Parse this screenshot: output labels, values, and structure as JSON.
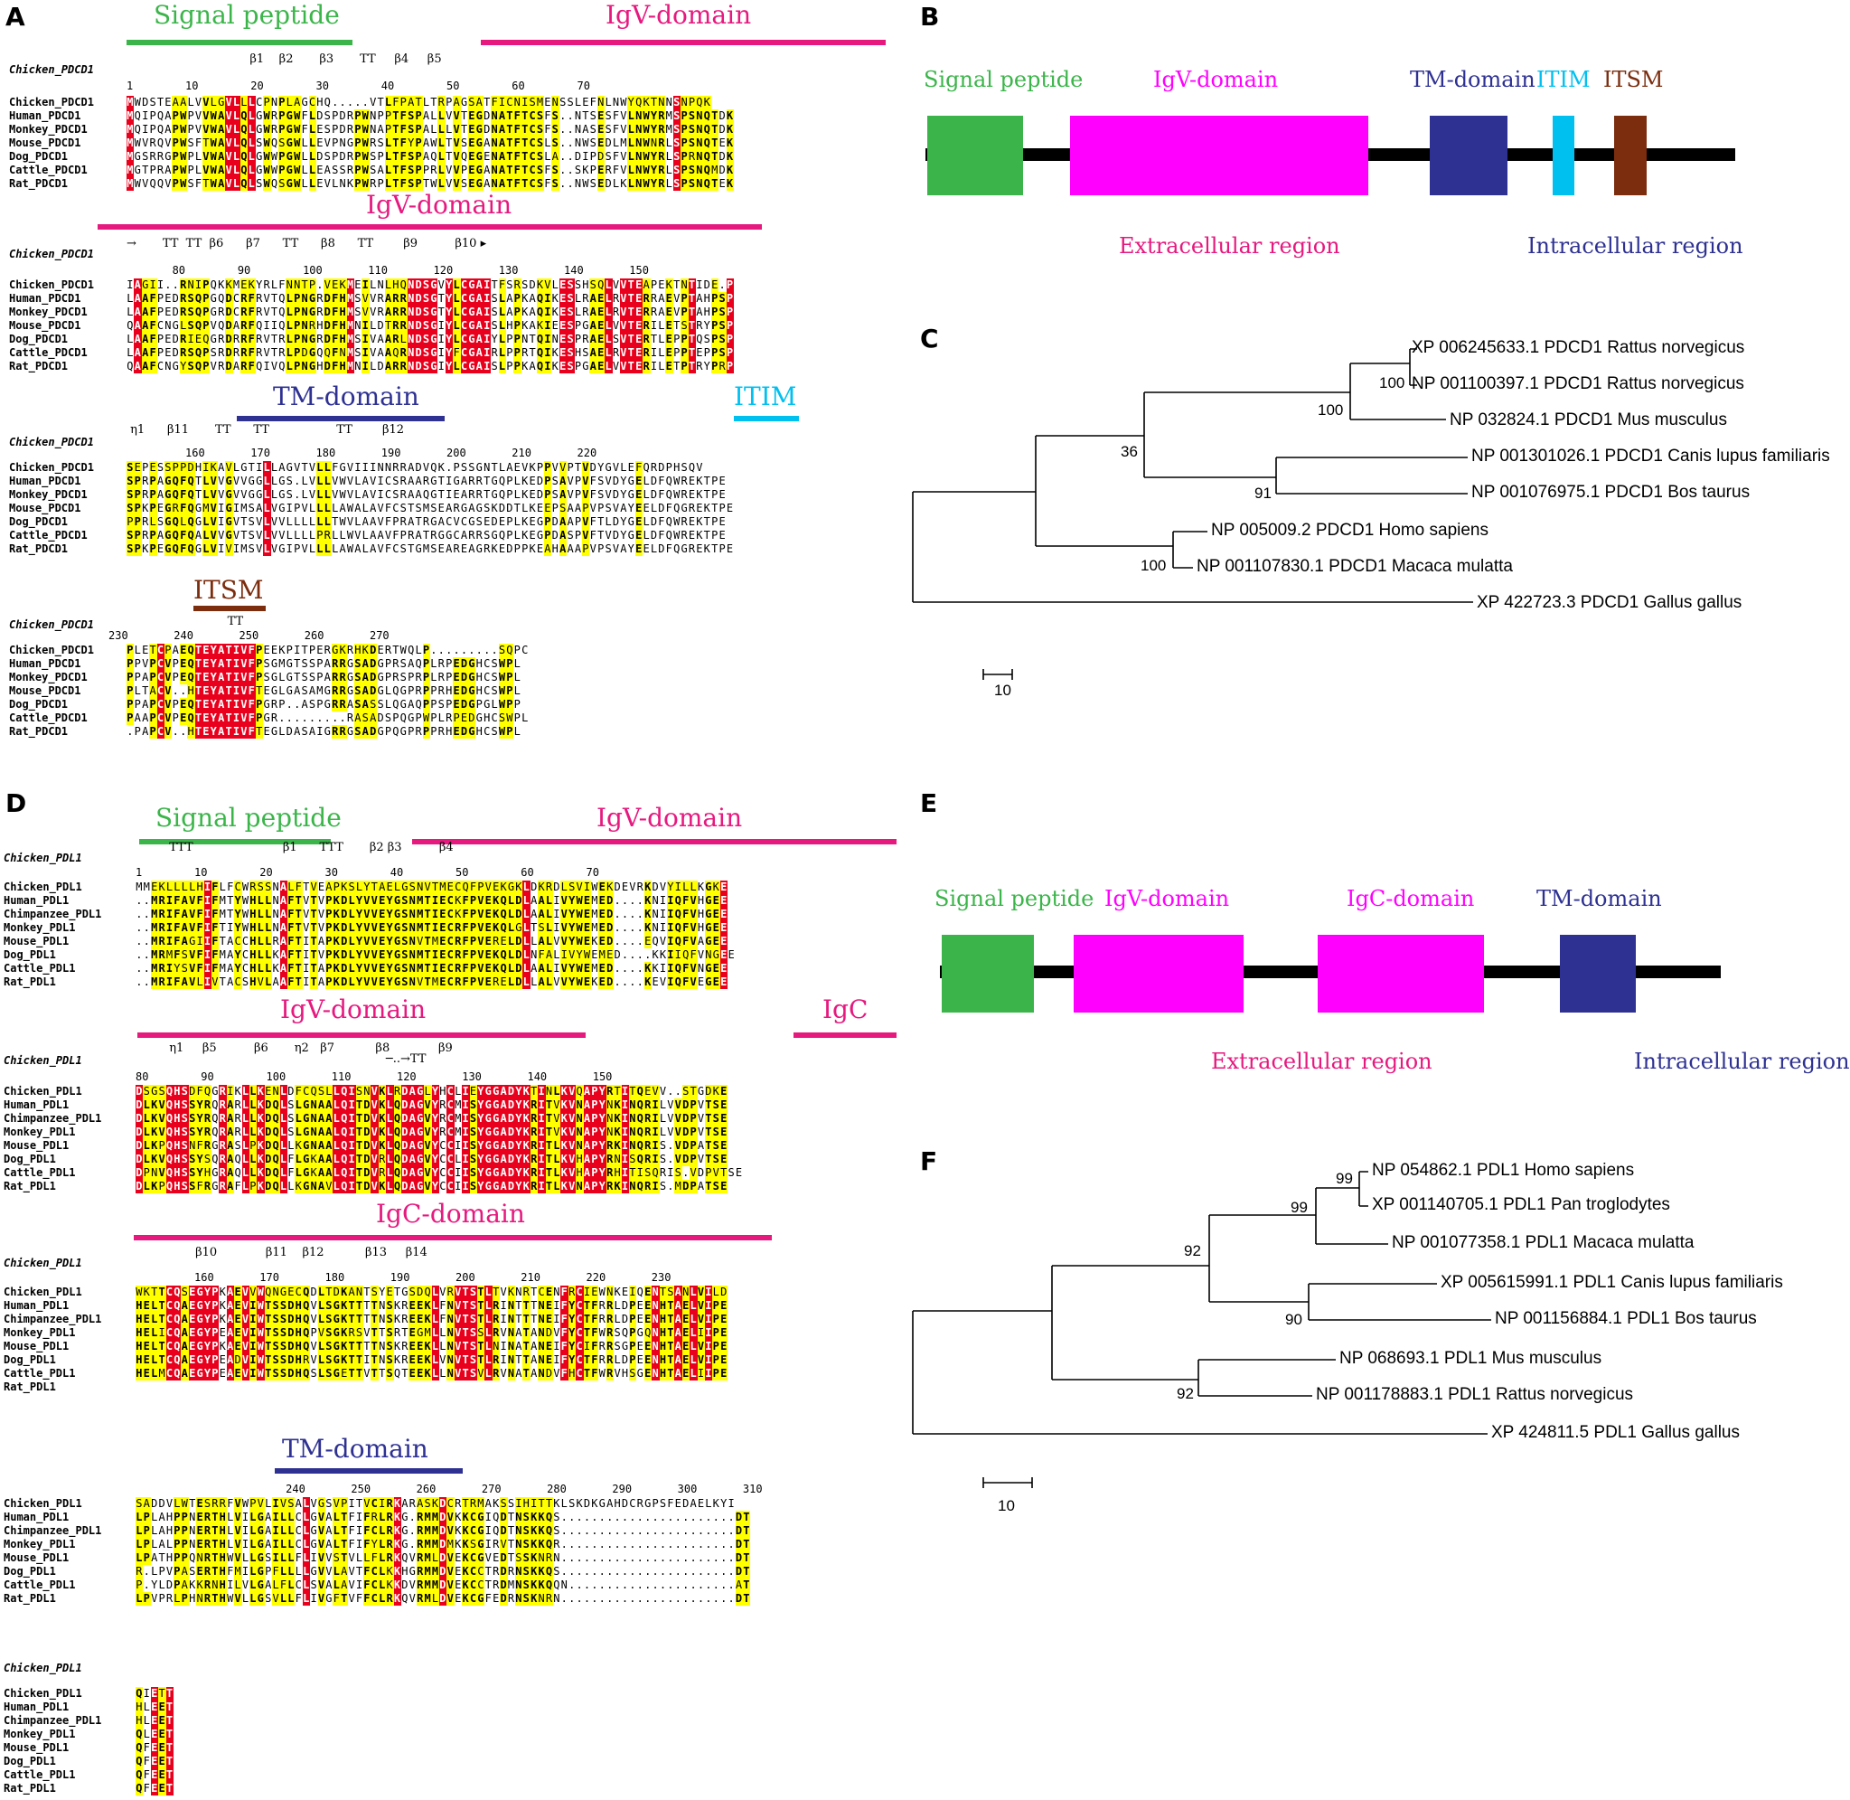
{
  "panels": {
    "A": "A",
    "B": "B",
    "C": "C",
    "D": "D",
    "E": "E",
    "F": "F"
  },
  "colors": {
    "signal": "#3bb54a",
    "igv": "#ff00ff",
    "igv_bar": "#e6197f",
    "tm": "#2e3192",
    "itim": "#00c0f0",
    "itsm": "#7b2d0e",
    "igc": "#ff00ff",
    "ident": "#e8001c",
    "simil": "#ffff00"
  },
  "panelA": {
    "block1": {
      "labels": [
        {
          "text": "Signal peptide",
          "color": "#3bb54a"
        },
        {
          "text": "IgV-domain",
          "color": "#e6197f"
        }
      ],
      "head": "Chicken_PDCD1",
      "ss": "                                 β1    β2       β3       TT     β4     β5",
      "ss2": "                                       TT                  TT",
      "nums": "1        10        20        30        40        50        60        70",
      "names": [
        "Chicken_PDCD1",
        "Human_PDCD1",
        "Monkey_PDCD1",
        "Mouse_PDCD1",
        "Dog_PDCD1",
        "Cattle_PDCD1",
        "Rat_PDCD1"
      ],
      "seqs": [
        "MWDSTEAALVVLGVLLLCPNPLAGCHQ.....VTLFPATLTRPAGSATFICNISMENSSLEFNLNWYQKTNNSNPQK",
        "MQIPQAPWPVVWAVLQLGWRPGWFLDSPDRPWNPPTFSPALLVVTEGDNATFTCSFS..NTSESFVLNWYRMSPSNQTDK",
        "MQIPQAPWPVVWAVLQLGWRPGWFLESPDRPWNAPTFSPALLLVTEGDNATFTCSFS..NASESFVLNWYRMSPSNQTDK",
        "MWVRQVPWSFTWAVLQLSWQSGWLLEVPNGPWRSLTFYPAWLTVSEGANATFTCSLS..NWSEDLMLNWNRLSPSNQTEK",
        "MGSRRGPWPLVWAVLQLGWWPGWLLDSPDRPWSPLTFSPAQLTVQEGENATFTCSLA..DIPDSFVLNWYRLSPRNQTDK",
        "MGTPRAPWPLVWAVLQLGWWPGWLLEASSRPWSALTFSPPRLVVPEGANATFTCSFS..SKPERFVLNWYRLSPSNQMDK",
        "MWVQQVPWSFTWAVLQLSWQSGWLLEVLNKPWRPLTFSPTWLVVSEGANATFTCSFS..NWSEDLKLNWYRLSPSNQTEK"
      ],
      "star": "1"
    },
    "block2": {
      "labels": [
        {
          "text": "IgV-domain",
          "color": "#e6197f"
        }
      ],
      "head": "Chicken_PDCD1",
      "ss": "→       TT  TT  β6      β7      TT      β8      TT        β9          β10 ▸",
      "nums": "       80        90        100       110       120       130       140       150",
      "names": [
        "Chicken_PDCD1",
        "Human_PDCD1",
        "Monkey_PDCD1",
        "Mouse_PDCD1",
        "Dog_PDCD1",
        "Cattle_PDCD1",
        "Rat_PDCD1"
      ],
      "seqs": [
        "IAGII..RNIPQKKMEKYRLFNNTP.VEKMEILNLHQNDSGVYLCGAITFSRSDKVLESSHSQLVVTEAPEKTNTIDE.P",
        "LAAFPEDRSQPGQDCRFRVTQLPNGRDFHMSVVRARRNDSGTYLCGAISLAPKAQIKESLRAELRVTERRAEVPTAHPSP",
        "LAAFPEDRSQPGRDCRFRVTQLPNGRDFHMSVVRARRNDSGTYLCGAISLAPKAQIKESLRAELRVTERRAEVPTAHPSP",
        "QAAFCNGLSQPVQDARFQIIQLPNRHDFHMNILDTRRNDSGIYLCGAISLHPKAKIEESPGAELVVTERILETSTRYPSP",
        "LAAFPEDRIEQGRDRRFRVTRLPNGRDFHMSIVAARLNDSGIYLCGAIYLPPNTQINESPRAELSVTERTLEPPTQSPSP",
        "LAAFPEDRSQPSRDRRFRVTRLPDGQQFNMSIVAAQRNDSGIYFCGAIRLPPRTQIKESHSAELRVTERILEPPTEPPSP",
        "QAAFCNGYSQPVRDARFQIVQLPNGHDFHMNILDARRNDSGIYLCGAISLPPKAQIKESPGAELVVTERILETPTRYPRP"
      ],
      "star": "1"
    },
    "block3": {
      "labels": [
        {
          "text": "TM-domain",
          "color": "#2e3192"
        },
        {
          "text": "ITIM",
          "color": "#00c0f0"
        }
      ],
      "head": "Chicken_PDCD1",
      "ss": " η1      β11       TT      TT                  TT        β12",
      "nums": "         160       170       180       190       200       210       220",
      "names": [
        "Chicken_PDCD1",
        "Human_PDCD1",
        "Monkey_PDCD1",
        "Mouse_PDCD1",
        "Dog_PDCD1",
        "Cattle_PDCD1",
        "Rat_PDCD1"
      ],
      "seqs": [
        "SEPESSPPDHIKAVLGTILLAGVTVLLFGVIIINNRRADVQK.PSSGNTLAEVKPPVVPTVDYGVLEFQRDPHSQV",
        "SPRPAGQFQTLVVGVVGGLLGS.LVLLVWVLAVICSRAARGTIGARRTGQPLKEDPSAVPVFSVDYGELDFQWREKTPE",
        "SPRPAGQFQTLVVGVVGGLLGS.LVLLVWVLAVICSRAAQGTIEARRTGQPLKEDPSAVPVFSVDYGELDFQWREKTPE",
        "SPKPEGRFQGMVIGIMSALVGIPVLLLLAWALAVFCSTSMSEARGAGSKDDTLKEEPSAAPVPSVAYEELDFQGREKTPE",
        "PPRLSGQLQGLVIGVTSVLVVLLLLLLTWVLAAVFPRATRGACVCGSEDEPLKEGPDAAPVFTLDYGELDFQWREKTPE",
        "SPRPAGQFQALVVGVTSVLVVLLLLPRLLWVLAAVFPRATRGGCARRSGQPLKEGPDASPVFTVDYGELDFQWREKTPE",
        "SPKPEGQFQGLVIVIMSVLVGIPVLLLLAWALAVFCSTGMSEAREAGRKEDPPKEAHAAAPVPSVAYEELDFQGREKTPE"
      ]
    },
    "block4": {
      "labels": [
        {
          "text": "ITSM",
          "color": "#7b2d0e"
        }
      ],
      "head": "Chicken_PDCD1",
      "ss": "                           TT",
      "nums": "230       240       250       260       270",
      "names": [
        "Chicken_PDCD1",
        "Human_PDCD1",
        "Monkey_PDCD1",
        "Mouse_PDCD1",
        "Dog_PDCD1",
        "Cattle_PDCD1",
        "Rat_PDCD1"
      ],
      "seqs": [
        "PLETCPAEQTEYATIVFPEEKPITPERGKRHKDERTWQLP.........SQPC",
        "PPVPCVPEQTEYATIVFPSGMGTSSPARRGSADGPRSAQPLRPEDGHCSWPL",
        "PPAPCVPEQTEYATIVFPSGLGTSSPARRGSADGPRSPRPLRPEDGHCSWPL",
        "PLTACV..HTEYATIVFTEGLGASAMGRRGSADGLQGPRPPRHEDGHCSWPL",
        "PPAPCVPEQTEYATIVFPGRP..ASPGRRASASSLQGAQPPSPEDGPGLWPP",
        "PAAPCVPEQTEYATIVFPGR.........RASADSPQGPWPLRPEDGHCSWPL",
        ".PAPCV..HTEYATIVFTEGLDASAIGRRGSADGPQGPRPPRHEDGHCSWPL"
      ]
    }
  },
  "panelB": {
    "labels": {
      "signal": "Signal peptide",
      "igv": "IgV-domain",
      "tm": "TM-domain",
      "itim": "ITIM",
      "itsm": "ITSM"
    },
    "regions": {
      "extra": "Extracellular region",
      "intra": "Intracellular region"
    }
  },
  "panelC": {
    "taxa": [
      "XP 006245633.1 PDCD1 Rattus norvegicus",
      "NP 001100397.1 PDCD1 Rattus norvegicus",
      "NP 032824.1 PDCD1 Mus musculus",
      "NP 001301026.1 PDCD1 Canis lupus familiaris",
      "NP 001076975.1 PDCD1 Bos taurus",
      "NP 005009.2 PDCD1 Homo sapiens",
      "NP 001107830.1 PDCD1 Macaca mulatta",
      "XP 422723.3 PDCD1 Gallus gallus"
    ],
    "bootstrap": [
      "100",
      "100",
      "36",
      "91",
      "100"
    ],
    "scale": "10"
  },
  "panelD": {
    "block1": {
      "labels": [
        {
          "text": "Signal peptide",
          "color": "#3bb54a"
        },
        {
          "text": "IgV-domain",
          "color": "#e6197f"
        }
      ],
      "head": "Chicken_PDL1",
      "ss": "         TTT                        β1      TTT       β2 β3          β4",
      "nums": "1        10        20        30        40        50        60        70",
      "names": [
        "Chicken_PDL1",
        "Human_PDL1",
        "Chimpanzee_PDL1",
        "Monkey_PDL1",
        "Mouse_PDL1",
        "Dog_PDL1",
        "Cattle_PDL1",
        "Rat_PDL1"
      ],
      "seqs": [
        "MMEKLLLLHIFLFCWRSSNALFTVEAPKSLYTAELGSNVTMECQFPVEKGKLDKRDLSVIWEKDEVRKDVYILLKGKE",
        "..MRIFAVFIFMTYWHLLNAFTVTVPKDLYVVEYGSNMTIECKFPVEKQLDLAALIVYWEMED....KNIIQFVHGEE",
        "..MRIFAVFIFMTYWHLLNAFTVTVPKDLYVVEYGSNMTIECKFPVEKQLDLAALIVYWEMED....KNIIQFVHGEE",
        "..MRIFAVFIFTIYWHLLNAFTVTVPKDLYVVEYGSNMTIECRFPVEKQLGLTSLIVYWEMED....KNIIQFVHGEE",
        "..MRIFAGIIFTACCHLLRAFTITAPKDLYVVEYGSNVTMECRFPVERELDLLALVVYWEKED....EQVIQFVAGEE",
        "..MRMFSVFIFMAYCHLLKAFTITVPKDLYVVEYGSNMTIECRFPVEKQLDLNFALIVYWEMED....KKIIQFVNGEE",
        "..MRIYSVFIFMAYCHLLKAFTITAPKDLYVVEYGSNMTIECRFPVEKQLDLAALIVYWEMED....KKIIQFVNGEE",
        "..MRIFAVLIVTACSHVLAAFTITAPKDLYVVEYGSNVTMECRFPVERELDLLALVVYWEKED....KEVIQFVEGEE"
      ],
      "star": "1"
    },
    "block2": {
      "labels": [
        {
          "text": "IgV-domain",
          "color": "#e6197f"
        },
        {
          "text": "IgC",
          "color": "#e6197f"
        }
      ],
      "head": "Chicken_PDL1",
      "ss": "         η1     β5          β6       η2   β7           β8             β9",
      "ss2": "                                                                   ─..→TT",
      "nums": "80        90        100       110       120       130       140       150",
      "names": [
        "Chicken_PDL1",
        "Human_PDL1",
        "Chimpanzee_PDL1",
        "Monkey_PDL1",
        "Mouse_PDL1",
        "Dog_PDL1",
        "Cattle_PDL1",
        "Rat_PDL1"
      ],
      "seqs": [
        "DSGSQHSDFQGRIKLLKENLDFCQSLLQISNVKLRDAGLYHCLIEYGGADYKTINLKVQAPYRTITQEVV..STGDKE",
        "DLKVQHSSYRQRARLLKDQLSLGNAALQITDVKLQDAGVYRCMISYGGADYKRITVKVNAPYNKINQRILVVDPVTSE",
        "DLKVQHSSYRQRARLLKDQLSLGNAALQITDVKLQDAGVYRCMISYGGADYKRITVKVNAPYNKINQRILVVDPVTSE",
        "DLKVQHSSYRQRARLLKDQLSLGNAALQITDVKLQDAGVYRCMISYGGADYKRITVKVNAPYNKINQRILVVDPVTSE",
        "DLKPQHSNFRGRASLPKDQLLKGNAALQITDVKLQDAGVYCCIISYGGADYKRITLKVNAPYRKINQRIS.VDPATSE",
        "DLKVQHSSYSQRAQLLKDQLFLGKAALQITDVRLQDAGVYCCLISYGGADYKRITLKVHAPYRNISQRIS.VDPVTSE",
        "DPNVQHSSYHGRAQLLKDQLFLGKAALQITDVRLQDAGVYCCIISYGGADYKRITLKVHAPYRHITISQRIS.VDPVTSE",
        "DLKPQHSSFRGRAFLPKDQLLKGNAVLQITDVKLQDAGVYCCIISYGGADYKRITLKVNAPYRKINQRIS.MDPATSE"
      ],
      "star": "1"
    },
    "block3": {
      "labels": [
        {
          "text": "IgC-domain",
          "color": "#e6197f"
        }
      ],
      "head": "Chicken_PDL1",
      "ss": "                β10             β11    β12           β13     β14",
      "nums": "         160       170       180       190       200       210       220       230",
      "names": [
        "Chicken_PDL1",
        "Human_PDL1",
        "Chimpanzee_PDL1",
        "Monkey_PDL1",
        "Mouse_PDL1",
        "Dog_PDL1",
        "Cattle_PDL1",
        "Rat_PDL1"
      ],
      "seqs": [
        "WKTTCQSEGYPKAEVVWQNGECQDLTDKANTSYETGSDQLVRVTSTLTVKNRTCENFRCIEWNKEIQENTSANLVILD",
        "HELTCQAEGYPKAEVIWTSSDHQVLSGKTTTTNSKREEKLFNVTSTLRINTTTNEIFYCTFRRLDPEENHTAELVIPE",
        "HELTCQAEGYPKAEVIWTSSDHQVLSGKTTTTNSKREEKLFNVTSTLRINTTTNEIFYCTFRRLDPEENHTAELVIPE",
        "HELICQAEGYPEAEVIWTSSDHQPVSGKRSVTTSRTEGMLLNVTSSLRVNATANDVFYCTFWRSQPGQNHTAELIIPE",
        "HELTCQAEGYPKAEVIWTSSDHQVLSGKTTTTNSKREEKLLNVTSTLNINATANEIFYCIFRRSGPEENHTAELVIPE",
        "HELTCQAEGYPEADVIWTSSDHRVLSGKTTITNSKREEKLVNVTSTLRINTTANEIFYCTFRRLDPEENHTAELVIPE",
        "HELMCQAEGYPEAEVIWTSSDHQSLSGETTVTTSQTEEKLLNVTSVLRVNATANDVFHCTFWRVHSGENHTAELIIPE"
      ],
      "stars": [
        "2",
        "2"
      ]
    },
    "block4": {
      "labels": [
        {
          "text": "TM-domain",
          "color": "#2e3192"
        }
      ],
      "head": "Chicken_PDL1",
      "nums": "                       240       250       260       270       280       290       300       310",
      "names": [
        "Chicken_PDL1",
        "Human_PDL1",
        "Chimpanzee_PDL1",
        "Monkey_PDL1",
        "Mouse_PDL1",
        "Dog_PDL1",
        "Cattle_PDL1",
        "Rat_PDL1"
      ],
      "seqs": [
        "SADDVLWTESRRFVWPVLIVSALVGSVPITVCIRKARASKDCRTRMAKSSIHITTKLSKDKGAHDCRGPSFEDAELKYI",
        "LPLAHPPNERTHLVILGAILLCLGVALTFIFRLRKG.RMMDVKKCGIQDTNSKKQS.......................DT",
        "LPLAHPPNERTHLVILGAILLCLGVALTFIFCLRKG.RMMDVKKCGIQDTNSKKQS.......................DT",
        "LPLALPPNERTHLVILGAILLCLGVALTFIFYLRKG.RMMDMKKSGIRVTNSKKQR.......................DT",
        "LPATHPPQNRTHWVLLGSILLFLIVVSTVLLFLRKQVRMLDVEKCGVEDTSSKNRN.......................DT",
        "R.LPVPASERTHFMILGPFLLLLGVVLAVTFCLKKHGRMMDVEKCCTRDRNSKKQS.......................DT",
        "P.YLDPAKKRNHILVLGALFLCLSVALAVIFCLKKDVRMMDVEKCCTRDMNSKKQQN......................AT",
        "LPVPRLPHNRTHWVLLGSVLLFLIVGFTVFFCLRKQVRMLDVEKCGFEDRNSKNRN.......................DT"
      ]
    },
    "block5": {
      "head": "Chicken_PDL1",
      "names": [
        "Chicken_PDL1",
        "Human_PDL1",
        "Chimpanzee_PDL1",
        "Monkey_PDL1",
        "Mouse_PDL1",
        "Dog_PDL1",
        "Cattle_PDL1",
        "Rat_PDL1"
      ],
      "seqs": [
        "QIETT",
        "HLEET",
        "HLEET",
        "QLEET",
        "QFEET",
        "QFEET",
        "QFEET",
        "QFEET"
      ]
    }
  },
  "panelE": {
    "labels": {
      "signal": "Signal peptide",
      "igv": "IgV-domain",
      "igc": "IgC-domain",
      "tm": "TM-domain"
    },
    "regions": {
      "extra": "Extracellular region",
      "intra": "Intracellular region"
    }
  },
  "panelF": {
    "taxa": [
      "NP 054862.1 PDL1 Homo sapiens",
      "XP 001140705.1 PDL1 Pan troglodytes",
      "NP 001077358.1 PDL1 Macaca mulatta",
      "XP 005615991.1 PDL1 Canis lupus familiaris",
      "NP 001156884.1 PDL1 Bos taurus",
      "NP 068693.1 PDL1 Mus musculus",
      "NP 001178883.1 PDL1 Rattus norvegicus",
      "XP 424811.5 PDL1 Gallus gallus"
    ],
    "bootstrap": [
      "99",
      "99",
      "92",
      "90",
      "92"
    ],
    "scale": "10"
  }
}
